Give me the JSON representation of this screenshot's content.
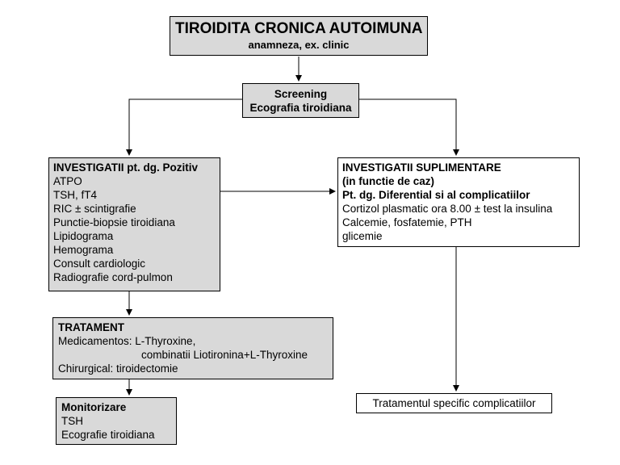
{
  "title_box": {
    "title": "TIROIDITA CRONICA AUTOIMUNA",
    "subtitle": "anamneza, ex. clinic"
  },
  "screening_box": {
    "line1": "Screening",
    "line2": "Ecografia tiroidiana"
  },
  "investigatii_box": {
    "heading": "INVESTIGATII pt. dg. Pozitiv",
    "items": [
      "ATPO",
      "TSH, fT4",
      "RIC ± scintigrafie",
      "Punctie-biopsie tiroidiana",
      "Lipidograma",
      "Hemograma",
      "Consult cardiologic",
      "Radiografie cord-pulmon"
    ]
  },
  "suplimentare_box": {
    "heading1": "INVESTIGATII SUPLIMENTARE",
    "heading2": "(in functie de caz)",
    "heading3": "Pt. dg. Diferential si al complicatiilor",
    "items": [
      "Cortizol plasmatic ora 8.00 ± test la insulina",
      "Calcemie, fosfatemie, PTH",
      "glicemie"
    ]
  },
  "tratament_box": {
    "heading": "TRATAMENT",
    "line1": "Medicamentos: L-Thyroxine,",
    "line2": "combinatii Liotironina+L-Thyroxine",
    "line3": "Chirurgical: tiroidectomie"
  },
  "monitorizare_box": {
    "heading": "Monitorizare",
    "items": [
      "TSH",
      "Ecografie tiroidiana"
    ]
  },
  "complicatii_box": {
    "label": "Tratamentul specific complicatiilor"
  },
  "colors": {
    "box_fill": "#d9d9d9",
    "border": "#000000"
  }
}
